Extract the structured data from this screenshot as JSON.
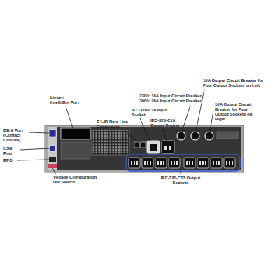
{
  "diagram": {
    "labels": [
      "Liebert IntelliSlot Port",
      "DB-9 Port (Contact Closure)",
      "USB Port",
      "EPO",
      "Voltage Configuration DIP Switch",
      "RJ-45 Data Line Connectors",
      "IEC-320-C20 Input Socket",
      "IEC-320-C19 Output Socket",
      "2300: 16A Input Circuit Breaker",
      "3000: 20A Input Circuit Breaker",
      "10A Output Circuit Breaker for Four Output Sockets on Left",
      "10A Output Circuit Breaker for Four Output Sockets on Right",
      "IEC-320-C13 Output Sockets"
    ]
  }
}
